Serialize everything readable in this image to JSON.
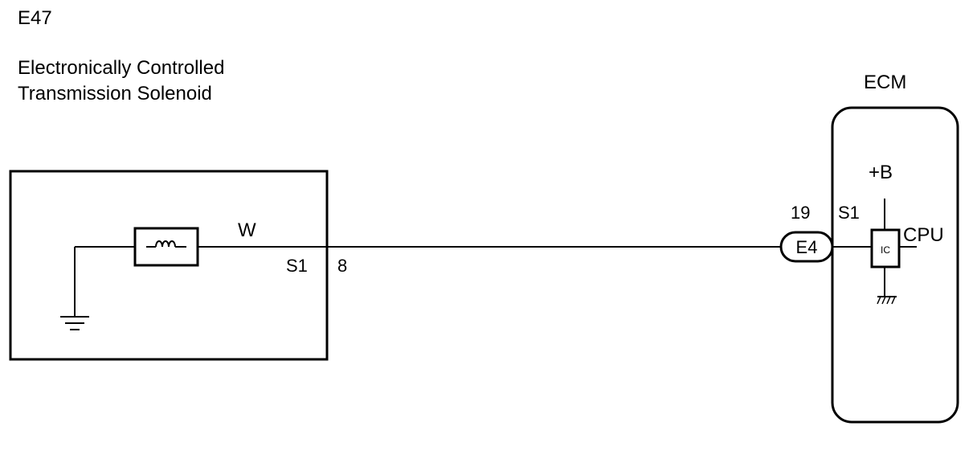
{
  "component": {
    "code": "E47",
    "name_line1": "Electronically Controlled",
    "name_line2": "Transmission Solenoid",
    "terminal_name": "S1",
    "terminal_pin": "8"
  },
  "wire": {
    "color_code": "W"
  },
  "connector": {
    "label": "E4",
    "pin": "19",
    "terminal_name": "S1"
  },
  "ecm": {
    "label": "ECM",
    "supply": "+B",
    "cpu": "CPU",
    "ic": "IC"
  },
  "icons": {
    "solenoid": "coil-icon",
    "ground": "ground-icon",
    "chassis_ground": "chassis-ground-icon"
  }
}
